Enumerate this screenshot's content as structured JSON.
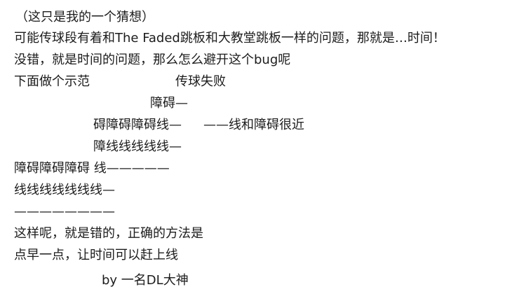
{
  "post": {
    "lines": [
      "（这只是我的一个猜想）",
      "可能传球段有着和The Faded跳板和大教堂跳板一样的问题，那就是…时间！",
      "没错，就是时间的问题，那么怎么避开这个bug呢",
      "下面做个示范",
      "传球失败",
      "障碍—",
      "碍障碍障碍线—",
      "——线和障碍很近",
      "障线线线线线—",
      "障碍障碍障碍 线—————",
      "线线线线线线线—",
      "————————",
      "这样呢，就是错的，正确的方法是",
      "点早一点，让时间可以赶上线",
      "by 一名DL大神"
    ]
  }
}
